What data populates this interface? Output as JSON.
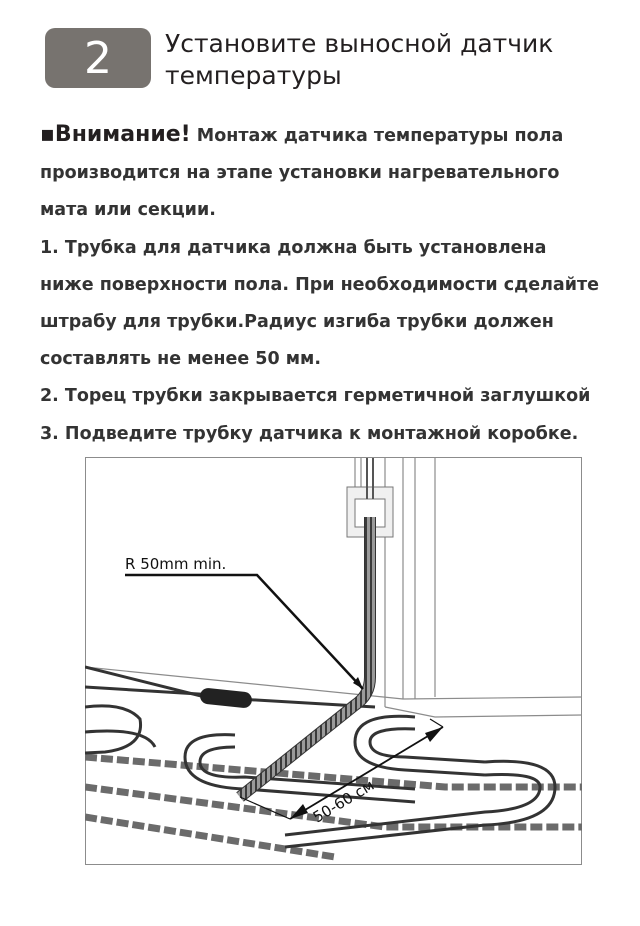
{
  "step": {
    "number": "2"
  },
  "title": {
    "line1": "Установите выносной датчик",
    "line2": "температуры"
  },
  "warning": {
    "label": "Внимание!",
    "lines": [
      "Монтаж датчика температуры пола",
      "производится на этапе установки нагревательного",
      "мата или секции."
    ]
  },
  "steps": [
    {
      "lines": [
        "1. Трубка для датчика должна быть установлена",
        "ниже поверхности пола. При необходимости сделайте",
        "штрабу для трубки.Радиус изгиба трубки должен",
        "составлять не менее 50 мм."
      ]
    },
    {
      "lines": [
        "2. Торец трубки закрывается герметичной заглушкой"
      ]
    },
    {
      "lines": [
        "3. Подведите трубку датчика к монтажной коробке."
      ]
    }
  ],
  "figure": {
    "radius_label": "R 50mm min.",
    "distance_label": "50-60 см"
  }
}
